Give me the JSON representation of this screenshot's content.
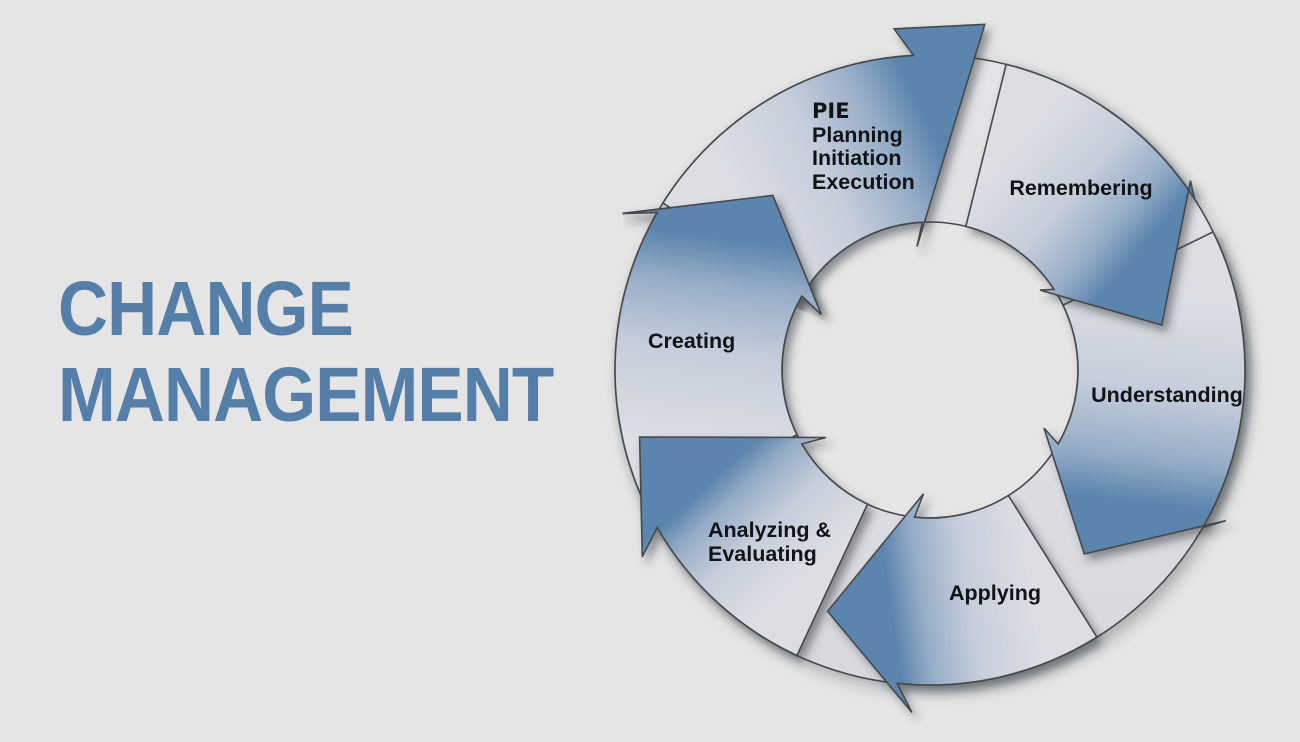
{
  "page": {
    "background": "#e5e5e6"
  },
  "title": {
    "lines": [
      "CHANGE",
      "MANAGEMENT"
    ],
    "color": "#557fa9"
  },
  "diagram": {
    "type": "cycle-arrows",
    "direction": "clockwise",
    "segments": [
      {
        "id": "pie",
        "heading": "PIE",
        "lines": [
          "Planning",
          "Initiation",
          "Execution"
        ]
      },
      {
        "id": "remembering",
        "label": "Remembering"
      },
      {
        "id": "understanding",
        "label": "Understanding"
      },
      {
        "id": "applying",
        "label": "Applying"
      },
      {
        "id": "analyzing-evaluating",
        "label_line1": "Analyzing &",
        "label_line2": "Evaluating"
      },
      {
        "id": "creating",
        "label": "Creating"
      }
    ],
    "colors": {
      "arrow_tail": "#dcdee4",
      "arrow_mid": "#c6cedb",
      "arrow_deep": "#97adc7",
      "arrow_head": "#5c85ae",
      "ring_top": "#e3e4e8",
      "ring_bottom": "#d7d9de",
      "hole": "#e5e5e6",
      "outline": "#45484d",
      "text": "#111417",
      "title": "#557fa9",
      "background": "#e5e5e6"
    }
  }
}
